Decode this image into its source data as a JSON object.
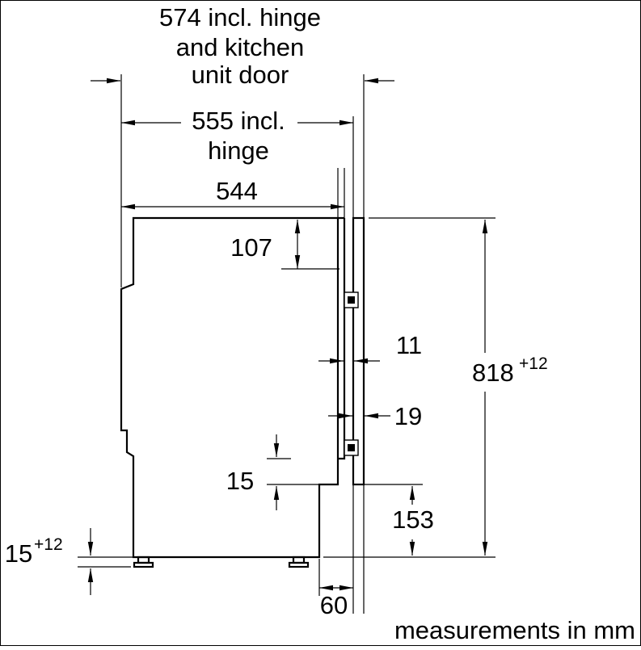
{
  "note": "measurements in mm",
  "dims": {
    "depth_door": {
      "line1": "574 incl. hinge",
      "line2": "and kitchen",
      "line3": "unit door"
    },
    "depth_hinge": {
      "line1": "555 incl.",
      "line2": "hinge"
    },
    "depth": "544",
    "hinge_offset": "107",
    "gap": "11",
    "height": {
      "value": "818",
      "tolerance": "+12"
    },
    "door_thickness": "19",
    "front_step": "15",
    "plinth": "153",
    "foot": {
      "value": "15",
      "tolerance": "+12"
    },
    "recess": "60"
  }
}
